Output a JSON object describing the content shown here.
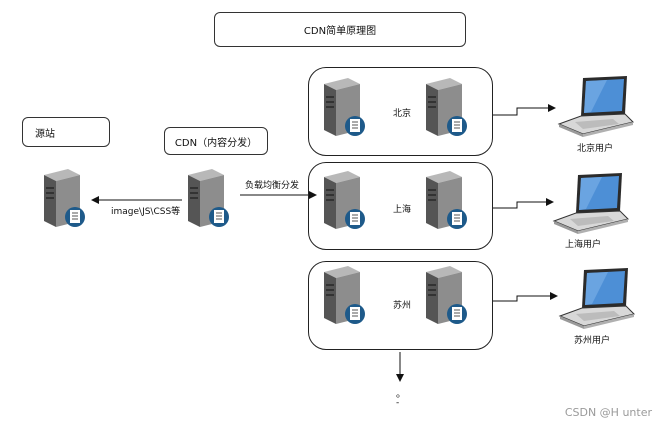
{
  "title": "CDN简单原理图",
  "origin": {
    "label": "源站"
  },
  "cdn": {
    "label": "CDN（内容分发）"
  },
  "edges": {
    "origin_link": "image\\JS\\CSS等",
    "load_balance": "负载均衡分发"
  },
  "regions": [
    {
      "name": "北京",
      "user": "北京用户"
    },
    {
      "name": "上海",
      "user": "上海用户"
    },
    {
      "name": "苏州",
      "user": "苏州用户"
    }
  ],
  "ellipsis": [
    "。",
    "-"
  ],
  "watermark": "CSDN @H unter",
  "colors": {
    "server_body": "#8d8d8d",
    "server_dark": "#555555",
    "badge_blue": "#1e5a8a",
    "laptop_screen": "#4d8fd6"
  },
  "icons": {
    "server": "server-icon",
    "laptop": "laptop-icon"
  }
}
